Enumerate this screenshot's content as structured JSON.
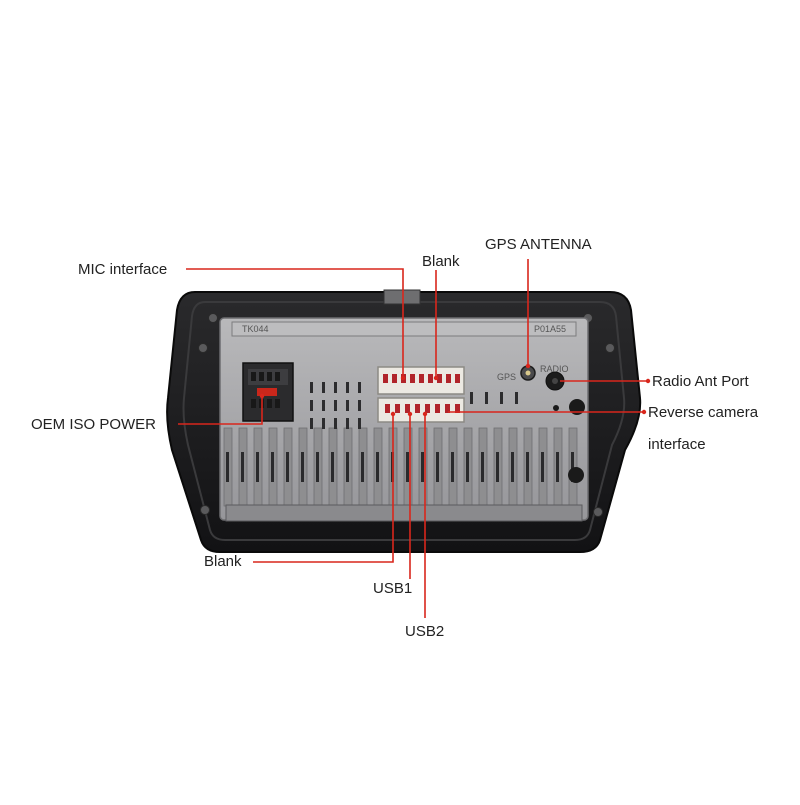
{
  "callouts": {
    "mic_interface": "MIC interface",
    "blank_top": "Blank",
    "gps_antenna": "GPS ANTENNA",
    "radio_ant_port": "Radio Ant Port",
    "reverse_camera_line1": "Reverse camera",
    "reverse_camera_line2": "interface",
    "oem_iso_power": "OEM ISO POWER",
    "blank_bottom": "Blank",
    "usb1": "USB1",
    "usb2": "USB2"
  },
  "unit_markings": {
    "model": "TK044",
    "serial": "P01A55",
    "gps_port": "GPS",
    "radio_port": "RADIO"
  },
  "colors": {
    "leader_line": "#d9261c",
    "bezel": "#1c1c1e",
    "chassis": "#a7a7a9",
    "fin": "#8e8e90",
    "port_housing": "#e4e2dc"
  }
}
